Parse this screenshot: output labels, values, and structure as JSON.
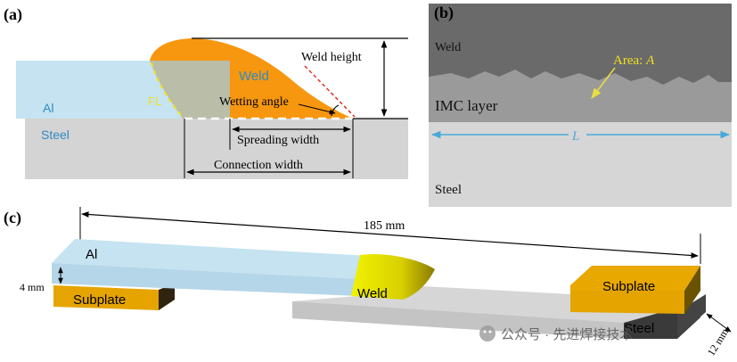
{
  "panel_a": {
    "label": "(a)",
    "al": "Al",
    "steel": "Steel",
    "weld": "Weld",
    "fl": "FL",
    "weld_height": "Weld height",
    "wetting_angle": "Wetting angle",
    "spreading_width": "Spreading width",
    "connection_width": "Connection width"
  },
  "panel_b": {
    "label": "(b)",
    "weld": "Weld",
    "area": "Area: ",
    "area_symbol": "A",
    "imc": "IMC layer",
    "length_symbol": "L",
    "steel": "Steel"
  },
  "panel_c": {
    "label": "(c)",
    "length": "185 mm",
    "al": "Al",
    "thickness": "4 mm",
    "subplate_left": "Subplate",
    "weld": "Weld",
    "subplate_right": "Subplate",
    "steel": "Steel",
    "width": "12 mm"
  },
  "watermark": "公众号 · 先进焊接技术",
  "colors": {
    "al": "#c5e3f0",
    "steel": "#d4d4d4",
    "weld_orange": "#f7970f",
    "weld_yellow": "#e8e000",
    "subplate": "#e5a400",
    "blue_label": "#2e8bc4",
    "yellow_label": "#f0e020",
    "imc": "#9a9a9a",
    "weld_b": "#6a6a6a"
  }
}
